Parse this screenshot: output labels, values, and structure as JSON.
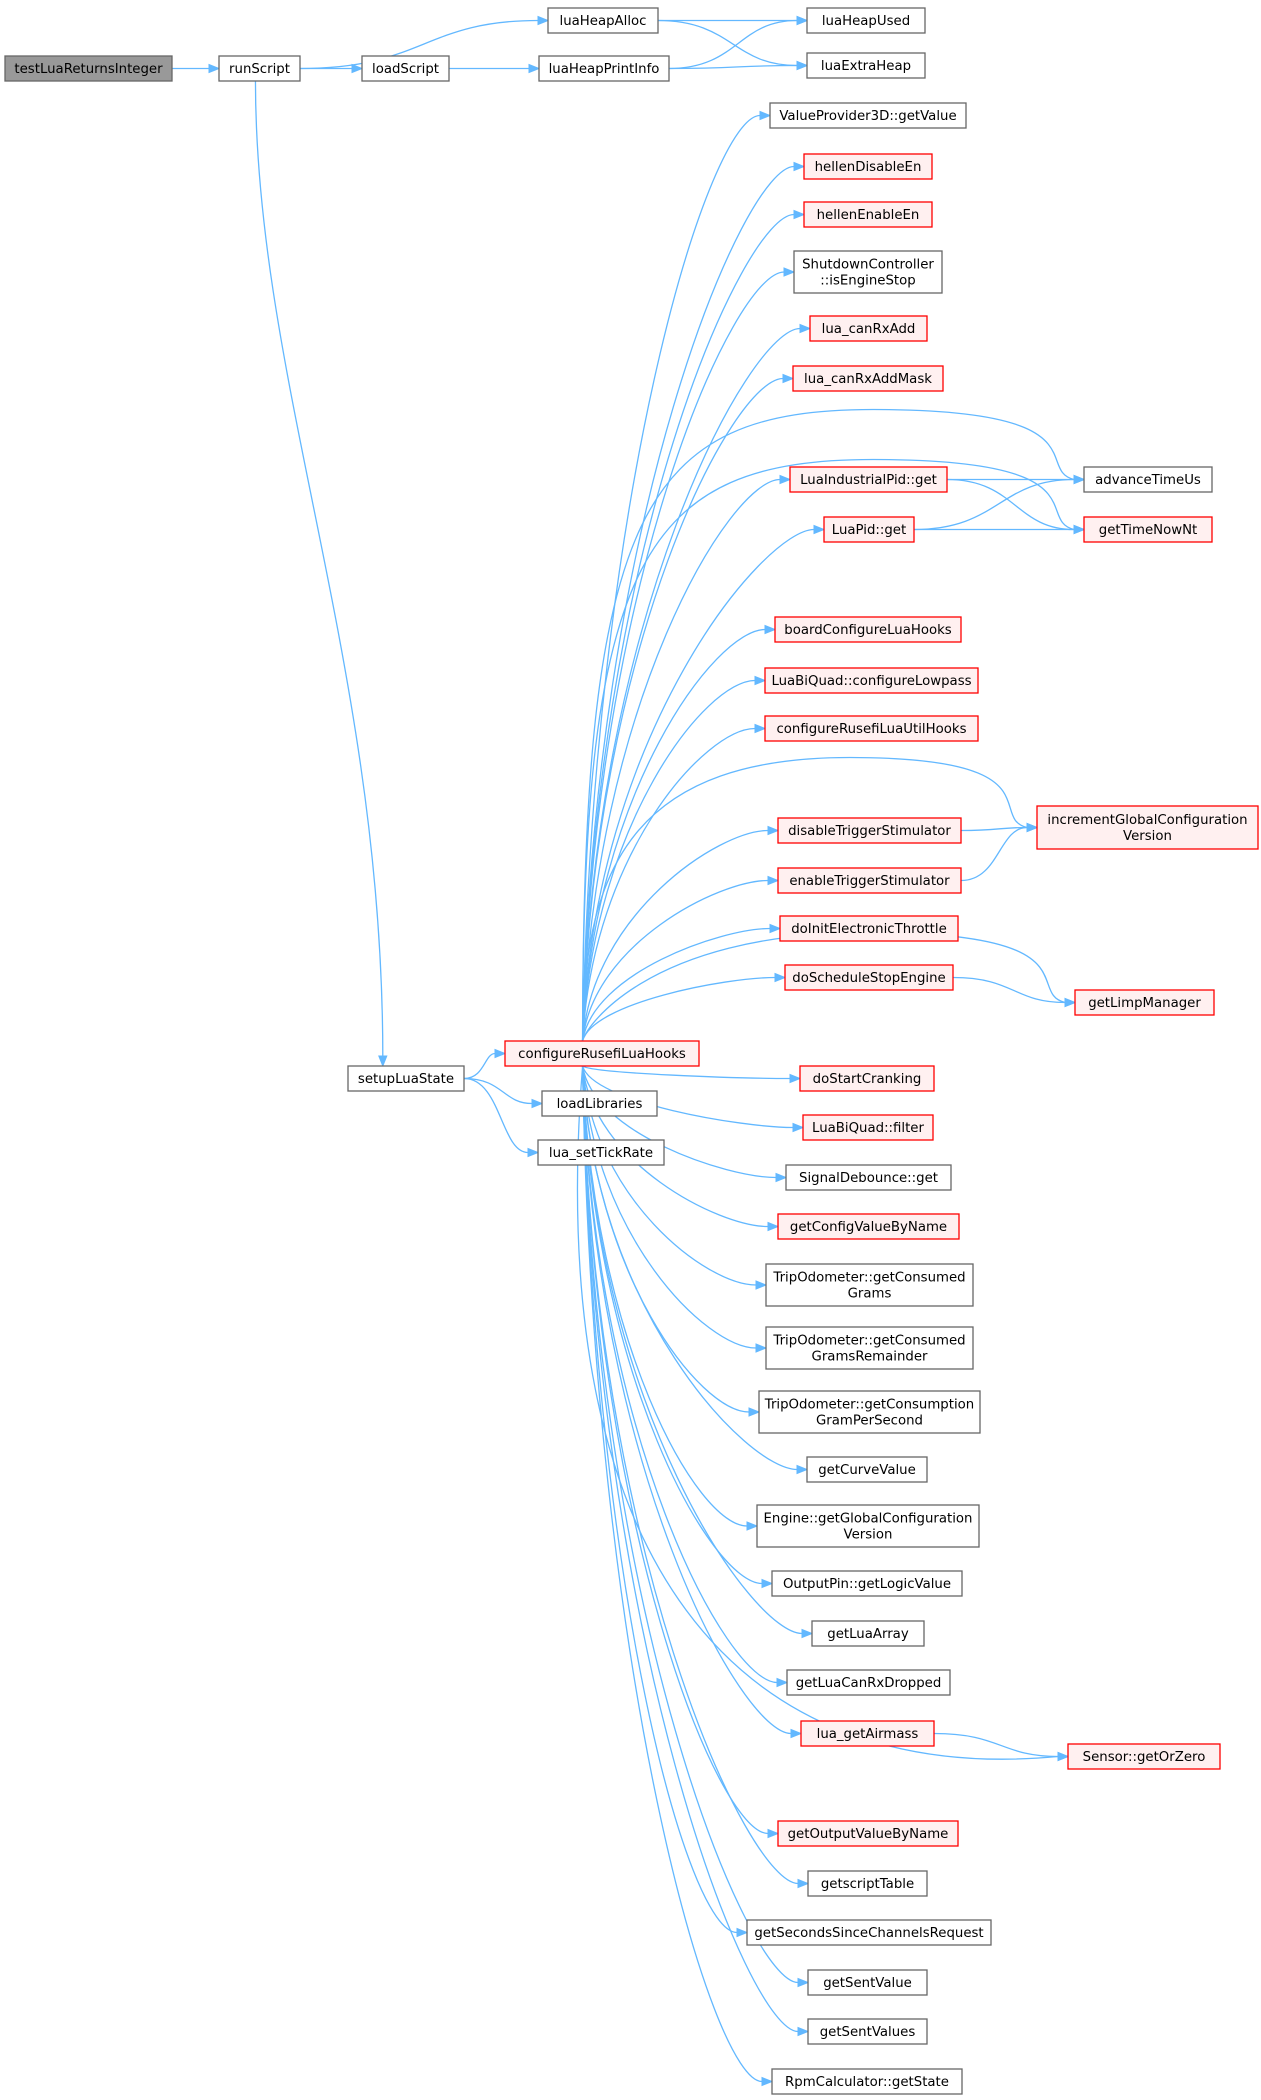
{
  "colors": {
    "edge": "#63b8ff",
    "root_fill": "#999999",
    "root_stroke": "#666666",
    "normal_fill": "#ffffff",
    "normal_stroke": "#666666",
    "highlight_fill": "#fff0f0",
    "highlight_stroke": "#ff0000"
  },
  "nodes": [
    {
      "id": "testLuaReturnsInteger",
      "lines": [
        "testLuaReturnsInteger"
      ],
      "style": "root"
    },
    {
      "id": "runScript",
      "lines": [
        "runScript"
      ],
      "style": "normal"
    },
    {
      "id": "luaHeapAlloc",
      "lines": [
        "luaHeapAlloc"
      ],
      "style": "normal"
    },
    {
      "id": "luaHeapUsed",
      "lines": [
        "luaHeapUsed"
      ],
      "style": "normal"
    },
    {
      "id": "loadScript",
      "lines": [
        "loadScript"
      ],
      "style": "normal"
    },
    {
      "id": "luaHeapPrintInfo",
      "lines": [
        "luaHeapPrintInfo"
      ],
      "style": "normal"
    },
    {
      "id": "luaExtraHeap",
      "lines": [
        "luaExtraHeap"
      ],
      "style": "normal"
    },
    {
      "id": "ValueProvider3D",
      "lines": [
        "ValueProvider3D::getValue"
      ],
      "style": "normal"
    },
    {
      "id": "hellenDisableEn",
      "lines": [
        "hellenDisableEn"
      ],
      "style": "red"
    },
    {
      "id": "hellenEnableEn",
      "lines": [
        "hellenEnableEn"
      ],
      "style": "red"
    },
    {
      "id": "ShutdownController",
      "lines": [
        "ShutdownController",
        "::isEngineStop"
      ],
      "style": "normal"
    },
    {
      "id": "lua_canRxAdd",
      "lines": [
        "lua_canRxAdd"
      ],
      "style": "red"
    },
    {
      "id": "lua_canRxAddMask",
      "lines": [
        "lua_canRxAddMask"
      ],
      "style": "red"
    },
    {
      "id": "LuaIndustrialPid",
      "lines": [
        "LuaIndustrialPid::get"
      ],
      "style": "red"
    },
    {
      "id": "advanceTimeUs",
      "lines": [
        "advanceTimeUs"
      ],
      "style": "normal"
    },
    {
      "id": "LuaPid",
      "lines": [
        "LuaPid::get"
      ],
      "style": "red"
    },
    {
      "id": "getTimeNowNt",
      "lines": [
        "getTimeNowNt"
      ],
      "style": "red"
    },
    {
      "id": "boardConfigureLuaHooks",
      "lines": [
        "boardConfigureLuaHooks"
      ],
      "style": "red"
    },
    {
      "id": "LuaBiQuadLowpass",
      "lines": [
        "LuaBiQuad::configureLowpass"
      ],
      "style": "red"
    },
    {
      "id": "configureRusefiLuaUtilHooks",
      "lines": [
        "configureRusefiLuaUtilHooks"
      ],
      "style": "red"
    },
    {
      "id": "disableTriggerStimulator",
      "lines": [
        "disableTriggerStimulator"
      ],
      "style": "red"
    },
    {
      "id": "incrementGlobalConfigurationVersion",
      "lines": [
        "incrementGlobalConfiguration",
        "Version"
      ],
      "style": "red"
    },
    {
      "id": "enableTriggerStimulator",
      "lines": [
        "enableTriggerStimulator"
      ],
      "style": "red"
    },
    {
      "id": "doInitElectronicThrottle",
      "lines": [
        "doInitElectronicThrottle"
      ],
      "style": "red"
    },
    {
      "id": "doScheduleStopEngine",
      "lines": [
        "doScheduleStopEngine"
      ],
      "style": "red"
    },
    {
      "id": "getLimpManager",
      "lines": [
        "getLimpManager"
      ],
      "style": "red"
    },
    {
      "id": "setupLuaState",
      "lines": [
        "setupLuaState"
      ],
      "style": "normal"
    },
    {
      "id": "configureRusefiLuaHooks",
      "lines": [
        "configureRusefiLuaHooks"
      ],
      "style": "red"
    },
    {
      "id": "doStartCranking",
      "lines": [
        "doStartCranking"
      ],
      "style": "red"
    },
    {
      "id": "loadLibraries",
      "lines": [
        "loadLibraries"
      ],
      "style": "normal"
    },
    {
      "id": "LuaBiQuadFilter",
      "lines": [
        "LuaBiQuad::filter"
      ],
      "style": "red"
    },
    {
      "id": "lua_setTickRate",
      "lines": [
        "lua_setTickRate"
      ],
      "style": "normal"
    },
    {
      "id": "SignalDebounce",
      "lines": [
        "SignalDebounce::get"
      ],
      "style": "normal"
    },
    {
      "id": "getConfigValueByName",
      "lines": [
        "getConfigValueByName"
      ],
      "style": "red"
    },
    {
      "id": "TripConsumedGrams",
      "lines": [
        "TripOdometer::getConsumed",
        "Grams"
      ],
      "style": "normal"
    },
    {
      "id": "TripConsumedRemainder",
      "lines": [
        "TripOdometer::getConsumed",
        "GramsRemainder"
      ],
      "style": "normal"
    },
    {
      "id": "TripConsumption",
      "lines": [
        "TripOdometer::getConsumption",
        "GramPerSecond"
      ],
      "style": "normal"
    },
    {
      "id": "getCurveValue",
      "lines": [
        "getCurveValue"
      ],
      "style": "normal"
    },
    {
      "id": "EngineGlobalConfigVersion",
      "lines": [
        "Engine::getGlobalConfiguration",
        "Version"
      ],
      "style": "normal"
    },
    {
      "id": "OutputPinLogic",
      "lines": [
        "OutputPin::getLogicValue"
      ],
      "style": "normal"
    },
    {
      "id": "getLuaArray",
      "lines": [
        "getLuaArray"
      ],
      "style": "normal"
    },
    {
      "id": "getLuaCanRxDropped",
      "lines": [
        "getLuaCanRxDropped"
      ],
      "style": "normal"
    },
    {
      "id": "lua_getAirmass",
      "lines": [
        "lua_getAirmass"
      ],
      "style": "red"
    },
    {
      "id": "SensorGetOrZero",
      "lines": [
        "Sensor::getOrZero"
      ],
      "style": "red"
    },
    {
      "id": "getOutputValueByName",
      "lines": [
        "getOutputValueByName"
      ],
      "style": "red"
    },
    {
      "id": "getscriptTable",
      "lines": [
        "getscriptTable"
      ],
      "style": "normal"
    },
    {
      "id": "getSecondsSinceChannelsRequest",
      "lines": [
        "getSecondsSinceChannelsRequest"
      ],
      "style": "normal"
    },
    {
      "id": "getSentValue",
      "lines": [
        "getSentValue"
      ],
      "style": "normal"
    },
    {
      "id": "getSentValues",
      "lines": [
        "getSentValues"
      ],
      "style": "normal"
    },
    {
      "id": "RpmCalculatorGetState",
      "lines": [
        "RpmCalculator::getState"
      ],
      "style": "normal"
    }
  ],
  "edges": [
    [
      "testLuaReturnsInteger",
      "runScript"
    ],
    [
      "runScript",
      "luaHeapAlloc"
    ],
    [
      "runScript",
      "loadScript"
    ],
    [
      "runScript",
      "setupLuaState"
    ],
    [
      "luaHeapAlloc",
      "luaHeapUsed"
    ],
    [
      "luaHeapAlloc",
      "luaExtraHeap"
    ],
    [
      "loadScript",
      "luaHeapPrintInfo"
    ],
    [
      "luaHeapPrintInfo",
      "luaHeapUsed"
    ],
    [
      "luaHeapPrintInfo",
      "luaExtraHeap"
    ],
    [
      "setupLuaState",
      "configureRusefiLuaHooks"
    ],
    [
      "setupLuaState",
      "loadLibraries"
    ],
    [
      "setupLuaState",
      "lua_setTickRate"
    ],
    [
      "configureRusefiLuaHooks",
      "ValueProvider3D"
    ],
    [
      "configureRusefiLuaHooks",
      "hellenDisableEn"
    ],
    [
      "configureRusefiLuaHooks",
      "hellenEnableEn"
    ],
    [
      "configureRusefiLuaHooks",
      "ShutdownController"
    ],
    [
      "configureRusefiLuaHooks",
      "lua_canRxAdd"
    ],
    [
      "configureRusefiLuaHooks",
      "lua_canRxAddMask"
    ],
    [
      "configureRusefiLuaHooks",
      "advanceTimeUs"
    ],
    [
      "configureRusefiLuaHooks",
      "LuaIndustrialPid"
    ],
    [
      "configureRusefiLuaHooks",
      "LuaPid"
    ],
    [
      "configureRusefiLuaHooks",
      "getTimeNowNt"
    ],
    [
      "configureRusefiLuaHooks",
      "boardConfigureLuaHooks"
    ],
    [
      "configureRusefiLuaHooks",
      "LuaBiQuadLowpass"
    ],
    [
      "configureRusefiLuaHooks",
      "configureRusefiLuaUtilHooks"
    ],
    [
      "configureRusefiLuaHooks",
      "incrementGlobalConfigurationVersion"
    ],
    [
      "configureRusefiLuaHooks",
      "disableTriggerStimulator"
    ],
    [
      "configureRusefiLuaHooks",
      "enableTriggerStimulator"
    ],
    [
      "configureRusefiLuaHooks",
      "doInitElectronicThrottle"
    ],
    [
      "configureRusefiLuaHooks",
      "doScheduleStopEngine"
    ],
    [
      "configureRusefiLuaHooks",
      "getLimpManager"
    ],
    [
      "configureRusefiLuaHooks",
      "doStartCranking"
    ],
    [
      "configureRusefiLuaHooks",
      "LuaBiQuadFilter"
    ],
    [
      "configureRusefiLuaHooks",
      "SignalDebounce"
    ],
    [
      "configureRusefiLuaHooks",
      "getConfigValueByName"
    ],
    [
      "configureRusefiLuaHooks",
      "TripConsumedGrams"
    ],
    [
      "configureRusefiLuaHooks",
      "TripConsumedRemainder"
    ],
    [
      "configureRusefiLuaHooks",
      "TripConsumption"
    ],
    [
      "configureRusefiLuaHooks",
      "getCurveValue"
    ],
    [
      "configureRusefiLuaHooks",
      "EngineGlobalConfigVersion"
    ],
    [
      "configureRusefiLuaHooks",
      "OutputPinLogic"
    ],
    [
      "configureRusefiLuaHooks",
      "getLuaArray"
    ],
    [
      "configureRusefiLuaHooks",
      "getLuaCanRxDropped"
    ],
    [
      "configureRusefiLuaHooks",
      "lua_getAirmass"
    ],
    [
      "configureRusefiLuaHooks",
      "SensorGetOrZero"
    ],
    [
      "configureRusefiLuaHooks",
      "getOutputValueByName"
    ],
    [
      "configureRusefiLuaHooks",
      "getscriptTable"
    ],
    [
      "configureRusefiLuaHooks",
      "getSecondsSinceChannelsRequest"
    ],
    [
      "configureRusefiLuaHooks",
      "getSentValue"
    ],
    [
      "configureRusefiLuaHooks",
      "getSentValues"
    ],
    [
      "configureRusefiLuaHooks",
      "RpmCalculatorGetState"
    ],
    [
      "LuaIndustrialPid",
      "advanceTimeUs"
    ],
    [
      "LuaIndustrialPid",
      "getTimeNowNt"
    ],
    [
      "LuaPid",
      "advanceTimeUs"
    ],
    [
      "LuaPid",
      "getTimeNowNt"
    ],
    [
      "disableTriggerStimulator",
      "incrementGlobalConfigurationVersion"
    ],
    [
      "enableTriggerStimulator",
      "incrementGlobalConfigurationVersion"
    ],
    [
      "doScheduleStopEngine",
      "getLimpManager"
    ],
    [
      "lua_getAirmass",
      "SensorGetOrZero"
    ]
  ]
}
